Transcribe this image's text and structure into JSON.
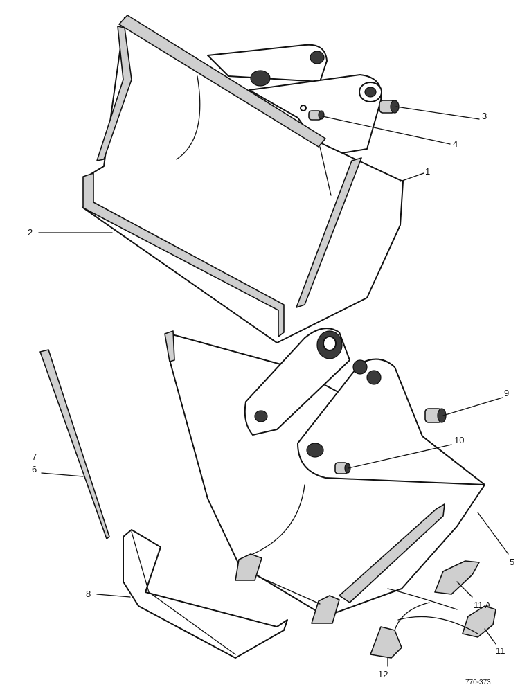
{
  "drawing": {
    "drawing_number": "770-373",
    "callouts": [
      {
        "id": "3",
        "label": "3"
      },
      {
        "id": "4",
        "label": "4"
      },
      {
        "id": "1",
        "label": "1"
      },
      {
        "id": "2",
        "label": "2"
      },
      {
        "id": "9",
        "label": "9"
      },
      {
        "id": "10",
        "label": "10"
      },
      {
        "id": "7",
        "label": "7"
      },
      {
        "id": "6",
        "label": "6"
      },
      {
        "id": "5",
        "label": "5"
      },
      {
        "id": "8",
        "label": "8"
      },
      {
        "id": "11A",
        "label": "11 A"
      },
      {
        "id": "11",
        "label": "11"
      },
      {
        "id": "12",
        "label": "12"
      }
    ]
  }
}
